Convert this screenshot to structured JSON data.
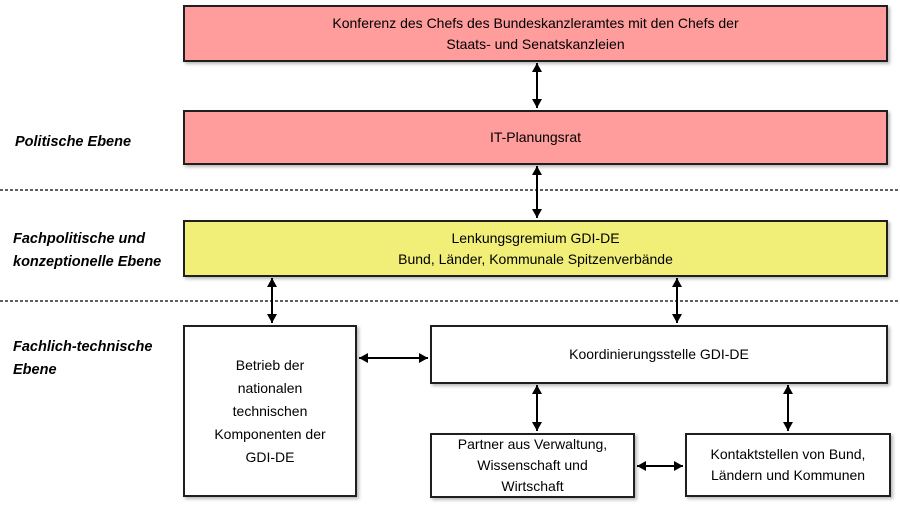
{
  "levels": {
    "political": {
      "label": "Politische Ebene"
    },
    "conceptual": {
      "label": "Fachpolitische und\nkonzeptionelle Ebene"
    },
    "technical": {
      "label": "Fachlich-technische\nEbene"
    }
  },
  "boxes": {
    "konferenz": {
      "text": "Konferenz des Chefs des Bundeskanzleramtes mit den Chefs der\nStaats- und Senatskanzleien"
    },
    "it_planungsrat": {
      "text": "IT-Planungsrat"
    },
    "lenkungsgremium": {
      "text": "Lenkungsgremium GDI-DE\nBund, Länder, Kommunale Spitzenverbände"
    },
    "betrieb": {
      "text": "Betrieb der\nnationalen\ntechnischen\nKomponenten der\nGDI-DE"
    },
    "koordinierungsstelle": {
      "text": "Koordinierungsstelle GDI-DE"
    },
    "partner": {
      "text": "Partner aus Verwaltung,\nWissenschaft und\nWirtschaft"
    },
    "kontaktstellen": {
      "text": "Kontaktstellen von Bund,\nLändern und Kommunen"
    }
  },
  "colors": {
    "political_fill": "#ff9c9c",
    "conceptual_fill": "#f2ef78",
    "technical_fill": "#ffffff",
    "box_border": "#1f1f1f",
    "arrow": "#000000",
    "divider": "#5f5f5f",
    "text": "#000000",
    "background": "#ffffff"
  }
}
